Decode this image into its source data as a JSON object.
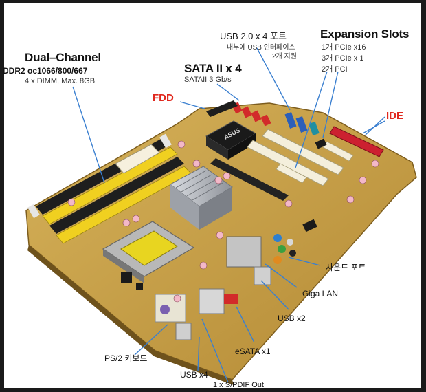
{
  "labels": {
    "dual_channel": {
      "title": "Dual–Channel",
      "line1": "DDR2 oc1066/800/667",
      "line2": "4 x DIMM, Max. 8GB"
    },
    "sata": {
      "title": "SATA II x 4",
      "line1": "SATAII 3 Gb/s"
    },
    "usb_header": {
      "title": "USB 2.0 x 4 포트",
      "line1": "내부에 USB 인터페이스",
      "line2": "2개 지원"
    },
    "expansion": {
      "title": "Expansion Slots",
      "line1": "1개 PCIe x16",
      "line2": "3개 PCIe x 1",
      "line3": "2개 PCI"
    },
    "fdd": "FDD",
    "ide": "IDE",
    "sound": "사운드 포트",
    "giga_lan": "Giga LAN",
    "usb_x2": "USB x2",
    "esata": "eSATA x1",
    "ps2": "PS/2 키보드",
    "usb_x4": "USB x4",
    "spdif": "1 x S/PDIF Out"
  },
  "brand": "ASUS",
  "colors": {
    "pcb": "#c9a24a",
    "dimm_yellow": "#f0d020",
    "dimm_black": "#1e1e1e",
    "pci_white": "#f4efdc",
    "pcie_black": "#222222",
    "sata_red": "#d22a2a",
    "usb_blue": "#2c5fb8",
    "ide_red": "#cc2030",
    "leader_blue": "#3a7fd0",
    "heatsink": "#b9bcc2"
  }
}
